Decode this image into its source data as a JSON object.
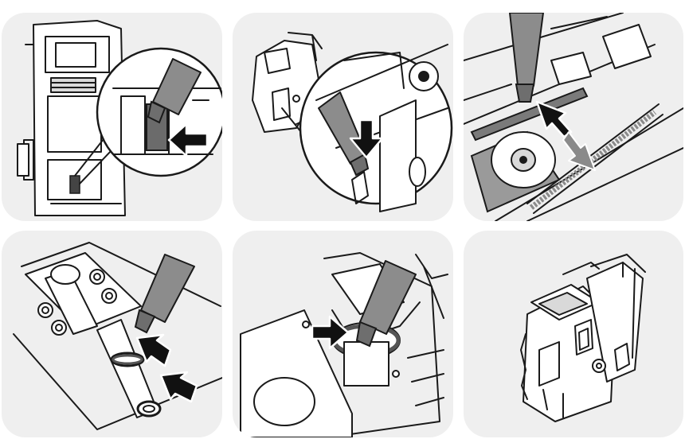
{
  "steps": [
    {
      "id": 1,
      "description_icon": "lubricant-tube-icon"
    },
    {
      "id": 2,
      "description_icon": "lubricant-tube-icon"
    },
    {
      "id": 3,
      "description_icon": "lubricant-tube-icon"
    },
    {
      "id": 4,
      "description_icon": "lubricant-tube-icon"
    },
    {
      "id": 5,
      "description_icon": "lubricant-tube-icon"
    },
    {
      "id": 6,
      "description_icon": "assembled-unit-icon"
    }
  ],
  "colors": {
    "panel_background": "#efefef",
    "line": "#1a1a1a",
    "tube": "#8c8c8c",
    "arrow": "#111111",
    "arrow_secondary": "#8a8a8a"
  }
}
